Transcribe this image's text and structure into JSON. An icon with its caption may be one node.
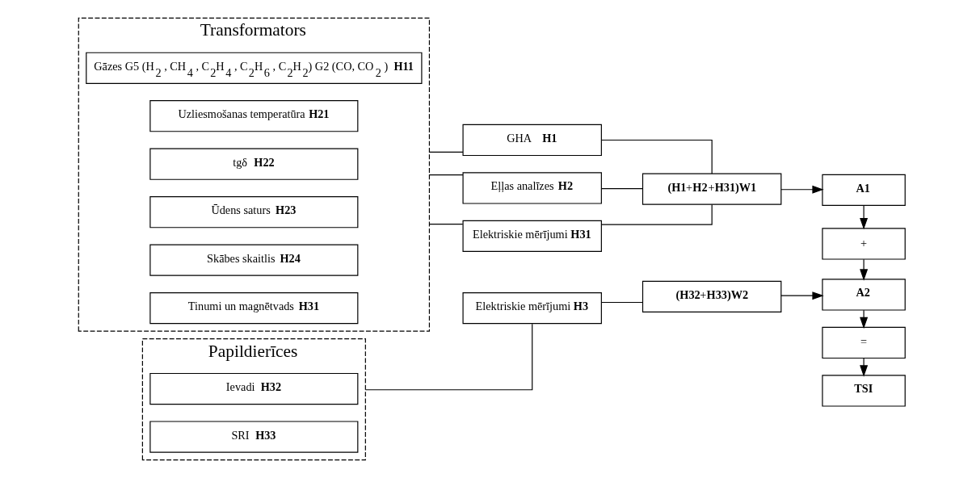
{
  "diagram": {
    "nodes": [
      {
        "text": [
          "Transformators"
        ]
      },
      {
        "text": [
          "Gāzes G5 (H$_{2}$ , CH$_{4}$ , C$_{2}$H$_{4}$ , C$_{2}$H$_{6}$ , C$_{2}$H$_{2}$) G2 (CO, CO$_{2}$ ) **H11**"
        ],
        "in": 0
      },
      {
        "text": [
          "Uzliesmošanas temperatūra **H21**"
        ],
        "in": 0
      },
      {
        "text": [
          "tgδ **H22**"
        ],
        "in": 0
      },
      {
        "text": [
          "Ūdens saturs **H23**"
        ],
        "in": 0
      },
      {
        "text": [
          "Skābes skaitlis **H24**"
        ],
        "in": 0
      },
      {
        "text": [
          "Tinumi un magnētvads **H31**"
        ],
        "in": 0
      },
      {
        "text": [
          "Papildierīces"
        ]
      },
      {
        "text": [
          "Ievadi **H32**"
        ],
        "in": 7
      },
      {
        "text": [
          "SRI **H33**"
        ],
        "in": 7
      },
      {
        "text": [
          "GHA  **H1**"
        ]
      },
      {
        "text": [
          "Eļļas analīzes **H2**"
        ]
      },
      {
        "text": [
          "Elektriskie mērījumi **H31**"
        ]
      },
      {
        "text": [
          "**(H1**+**H2**+**H31)W1**"
        ]
      },
      {
        "text": [
          "Elektriskie mērījumi **H3**"
        ]
      },
      {
        "text": [
          "**(H32**+**H33)W2**"
        ]
      },
      {
        "text": [
          "A1"
        ]
      },
      {
        "text": [
          "+"
        ]
      },
      {
        "text": [
          "A2"
        ]
      },
      {
        "text": [
          "="
        ]
      },
      {
        "text": [
          "TSI"
        ]
      }
    ],
    "edges": [
      {
        "from": 0,
        "to": 10,
        "arrow": "none"
      },
      {
        "from": 0,
        "to": 11,
        "arrow": "none"
      },
      {
        "from": 0,
        "to": 12,
        "arrow": "none"
      },
      {
        "from": 10,
        "to": 13,
        "arrow": "none"
      },
      {
        "from": 11,
        "to": 13,
        "arrow": "none"
      },
      {
        "from": 12,
        "to": 13,
        "arrow": "none"
      },
      {
        "from": 13,
        "to": 16,
        "arrow": "to"
      },
      {
        "from": 16,
        "to": 17,
        "arrow": "to"
      },
      {
        "from": 17,
        "to": 18,
        "arrow": "to"
      },
      {
        "from": 18,
        "to": 19,
        "arrow": "to"
      },
      {
        "from": 19,
        "to": 20,
        "arrow": "to"
      },
      {
        "from": 7,
        "to": 14,
        "arrow": "none"
      },
      {
        "from": 14,
        "to": 15,
        "arrow": "none"
      },
      {
        "from": 15,
        "to": 18,
        "arrow": "to"
      }
    ]
  }
}
